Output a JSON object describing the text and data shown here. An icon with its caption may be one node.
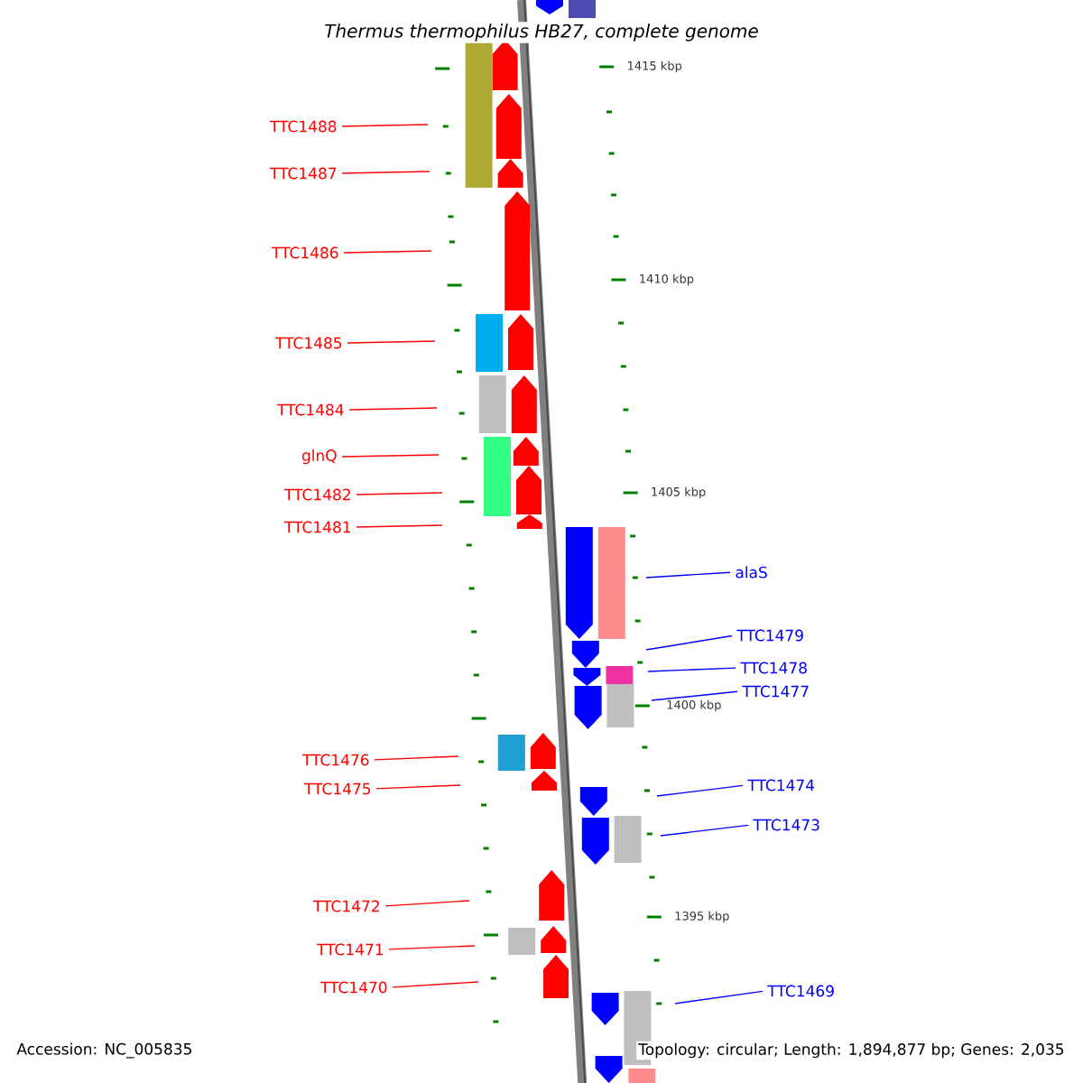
{
  "diagram": {
    "title": "Thermus thermophilus HB27, complete genome",
    "nodes": [
      {
        "text": [
          "TTC1488"
        ]
      },
      {
        "text": [
          "TTC1487"
        ]
      },
      {
        "text": [
          "TTC1486"
        ]
      },
      {
        "text": [
          "TTC1485"
        ]
      },
      {
        "text": [
          "TTC1484"
        ]
      },
      {
        "text": [
          "glnQ"
        ]
      },
      {
        "text": [
          "TTC1482"
        ]
      },
      {
        "text": [
          "TTC1481"
        ]
      },
      {
        "text": [
          "alaS"
        ]
      },
      {
        "text": [
          "TTC1479"
        ]
      },
      {
        "text": [
          "TTC1478"
        ]
      },
      {
        "text": [
          "TTC1477"
        ]
      },
      {
        "text": [
          "TTC1476"
        ]
      },
      {
        "text": [
          "TTC1475"
        ]
      },
      {
        "text": [
          "TTC1474"
        ]
      },
      {
        "text": [
          "TTC1473"
        ]
      },
      {
        "text": [
          "TTC1472"
        ]
      },
      {
        "text": [
          "TTC1471"
        ]
      },
      {
        "text": [
          "TTC1470"
        ]
      },
      {
        "text": [
          "TTC1469"
        ]
      }
    ],
    "edges": [
      {
        "from": 0,
        "to": null,
        "arrow": "none"
      },
      {
        "from": 1,
        "to": null,
        "arrow": "none"
      },
      {
        "from": 2,
        "to": null,
        "arrow": "none"
      },
      {
        "from": 3,
        "to": null,
        "arrow": "none"
      },
      {
        "from": 4,
        "to": null,
        "arrow": "none"
      },
      {
        "from": 5,
        "to": null,
        "arrow": "none"
      },
      {
        "from": 6,
        "to": null,
        "arrow": "none"
      },
      {
        "from": 7,
        "to": null,
        "arrow": "none"
      },
      {
        "from": 8,
        "to": null,
        "arrow": "none",
        "color": "#0000ff"
      },
      {
        "from": 9,
        "to": null,
        "arrow": "none",
        "color": "#0000ff"
      },
      {
        "from": 10,
        "to": null,
        "arrow": "none",
        "color": "#0000ff"
      },
      {
        "from": 11,
        "to": null,
        "arrow": "none",
        "color": "#0000ff"
      },
      {
        "from": 12,
        "to": null,
        "arrow": "none"
      },
      {
        "from": 13,
        "to": null,
        "arrow": "none"
      },
      {
        "from": 14,
        "to": null,
        "arrow": "none",
        "color": "#0000ff"
      },
      {
        "from": 15,
        "to": null,
        "arrow": "none",
        "color": "#0000ff"
      },
      {
        "from": 16,
        "to": null,
        "arrow": "none"
      },
      {
        "from": 17,
        "to": null,
        "arrow": "none"
      },
      {
        "from": 18,
        "to": null,
        "arrow": "none"
      },
      {
        "from": 19,
        "to": null,
        "arrow": "none",
        "color": "#0000ff"
      }
    ],
    "labels": [
      "1415 kbp",
      "1410 kbp",
      "1405 kbp",
      "1400 kbp",
      "1395 kbp",
      "Accession: NC_005835",
      "Topology: circular; Length: 1,894,877 bp; Genes: 2,035"
    ]
  }
}
